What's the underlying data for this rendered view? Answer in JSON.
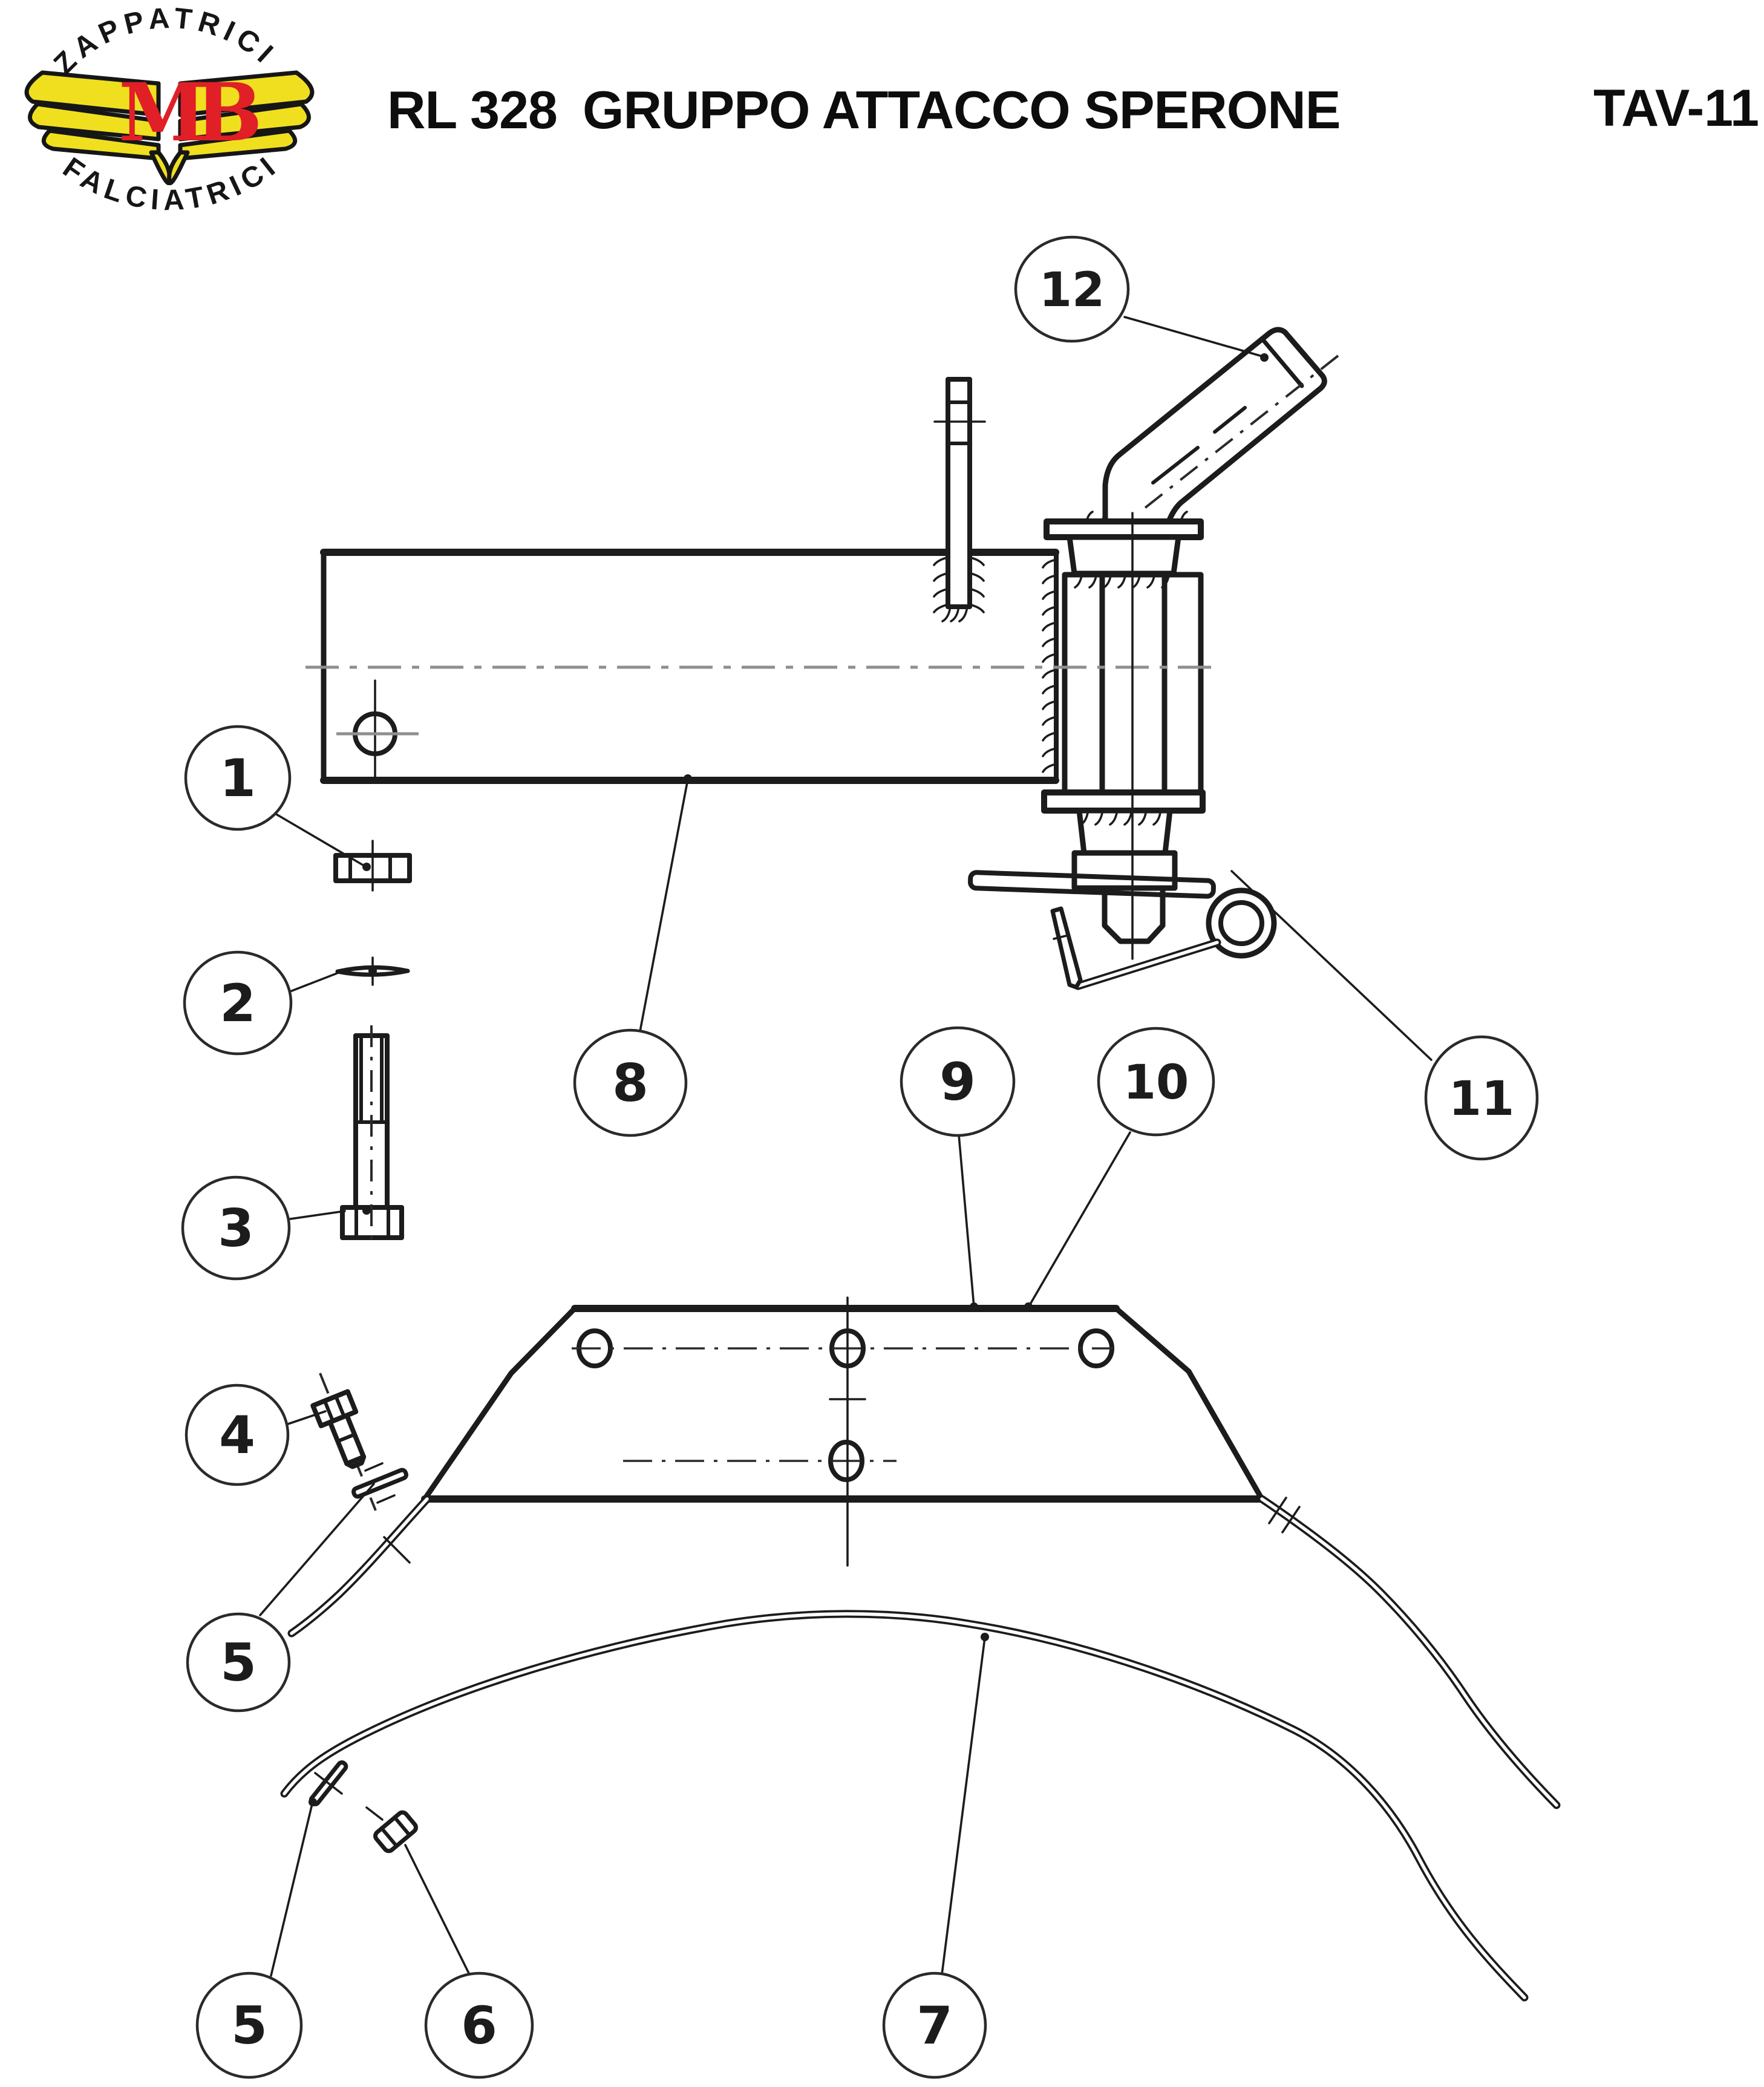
{
  "header": {
    "model": "RL 328",
    "title": "GRUPPO ATTACCO SPERONE",
    "plate": "TAV-11",
    "logo": {
      "top_text": "ZAPPATRICI",
      "bottom_text": "FALCIATRICI",
      "monogram": "MB",
      "wing_color": "#f0df1f",
      "monogram_color": "#e01f26",
      "outline_color": "#161616"
    }
  },
  "diagram": {
    "ink_color": "#1c1c1c",
    "centerline_color": "#8f8f8f",
    "balloons": [
      "1",
      "2",
      "3",
      "4",
      "5",
      "5",
      "6",
      "7",
      "8",
      "9",
      "10",
      "11",
      "12"
    ]
  }
}
